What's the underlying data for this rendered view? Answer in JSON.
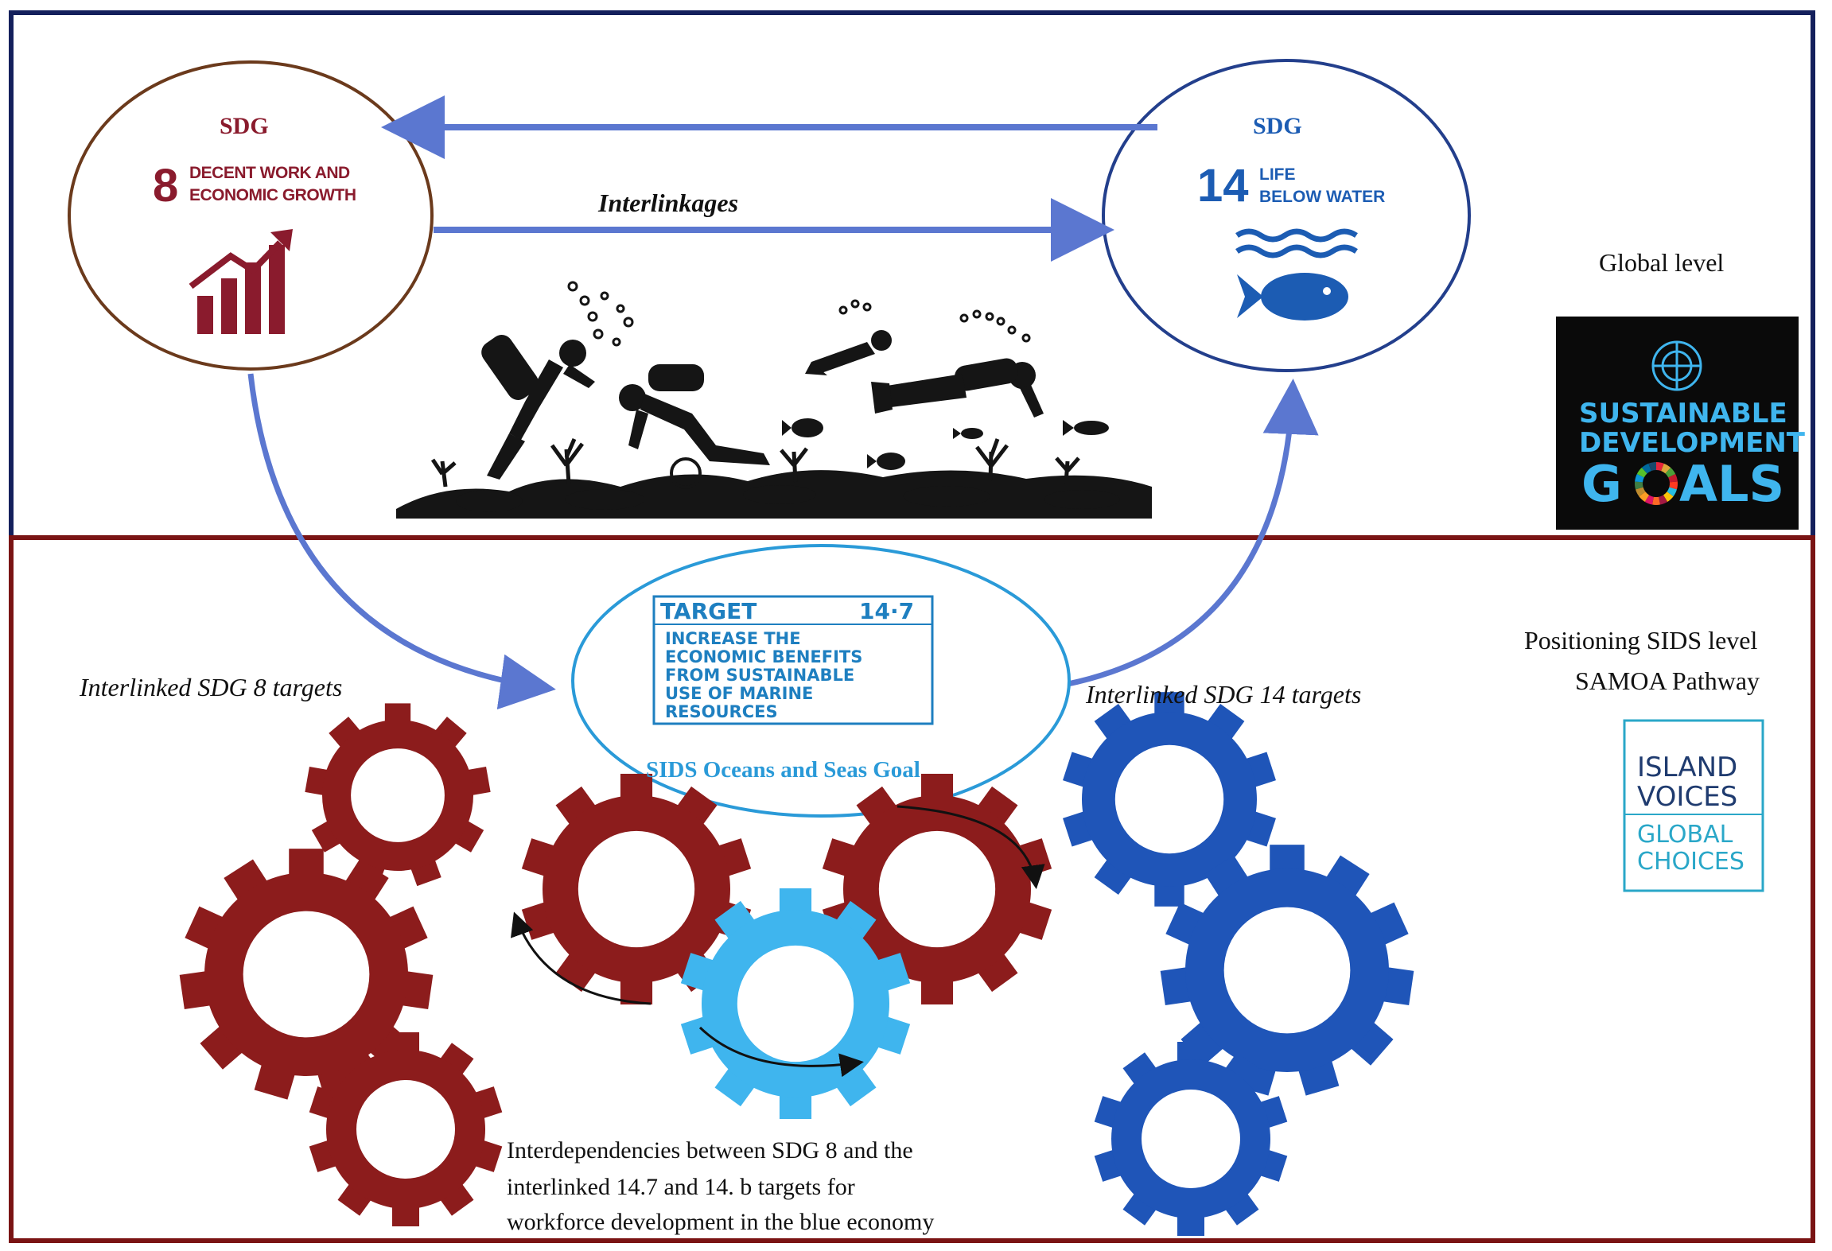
{
  "colors": {
    "global_border": "#14205c",
    "sids_border": "#7a1414",
    "sdg8": "#8a1b2d",
    "sdg14": "#1c5cb3",
    "arrow": "#5b77d0",
    "target_ring": "#2a9ad8",
    "gear_red": "#8c1c1c",
    "gear_blue": "#1f55b8",
    "gear_light": "#3fb5ee",
    "island_border": "#2aa7c8"
  },
  "sdg8": {
    "sdg_label": "SDG",
    "number": "8",
    "title_line1": "DECENT WORK AND",
    "title_line2": "ECONOMIC GROWTH",
    "icon": "growth-chart-icon"
  },
  "sdg14": {
    "sdg_label": "SDG",
    "number": "14",
    "title_line1": "LIFE",
    "title_line2": "BELOW WATER",
    "icon": "fish-waves-icon"
  },
  "interlinkages": "Interlinkages",
  "scene_icon": "divers-underwater-icon",
  "target": {
    "label": "TARGET",
    "number": "14·7",
    "lines": [
      "INCREASE THE",
      "ECONOMIC BENEFITS",
      "FROM SUSTAINABLE",
      "USE OF MARINE",
      "RESOURCES"
    ],
    "goal": "SIDS Oceans and Seas Goal"
  },
  "left_caption": "Interlinked SDG 8 targets",
  "right_caption": "Interlinked SDG 14 targets",
  "bottom_caption": {
    "line1": "Interdependencies  between  SDG 8 and the",
    "line2": "interlinked  14.7 and 14. b targets for",
    "line3": "workforce  development  in the blue  economy"
  },
  "global_level": "Global  level",
  "sdg_logo": {
    "line1": "SUSTAINABLE",
    "line2": "DEVELOPMENT",
    "line3_a": "G",
    "line3_b": "ALS",
    "icon": "un-emblem-icon"
  },
  "sids_level": {
    "line1": "Positioning  SIDS level",
    "line2": "SAMOA Pathway"
  },
  "island_logo": {
    "line1": "ISLAND",
    "line2": "VOICES",
    "line3": "GLOBAL",
    "line4": "CHOICES"
  }
}
